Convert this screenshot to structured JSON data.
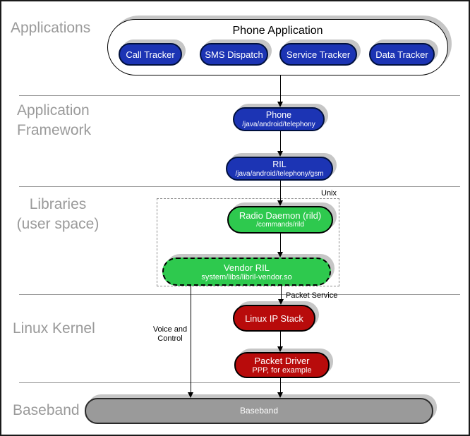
{
  "diagram": {
    "layer_labels": {
      "applications": "Applications",
      "framework_line1": "Application",
      "framework_line2": "Framework",
      "libraries_line1": "Libraries",
      "libraries_line2": "(user space)",
      "kernel": "Linux Kernel",
      "baseband": "Baseband"
    },
    "phone_application": {
      "title": "Phone Application",
      "apps": [
        {
          "label": "Call Tracker"
        },
        {
          "label": "SMS Dispatch"
        },
        {
          "label": "Service Tracker"
        },
        {
          "label": "Data Tracker"
        }
      ]
    },
    "nodes": {
      "phone": {
        "title": "Phone",
        "subtitle": "/java/android/telephony"
      },
      "ril": {
        "title": "RIL",
        "subtitle": "/java/android/telephony/gsm"
      },
      "radio_daemon": {
        "title": "Radio Daemon (rild)",
        "subtitle": "/commands/rild"
      },
      "vendor_ril": {
        "title": "Vendor RIL",
        "subtitle": "system/libs/libril-vendor.so"
      },
      "linux_ip_stack": {
        "title": "Linux IP Stack"
      },
      "packet_driver": {
        "title": "Packet Driver",
        "subtitle": "PPP, for example"
      },
      "baseband_bar": {
        "title": "Baseband"
      }
    },
    "annotations": {
      "unix": "Unix",
      "packet_service": "Packet Service",
      "voice_control_line1": "Voice and",
      "voice_control_line2": "Control"
    },
    "colors": {
      "app_blue": "#1c34b4",
      "library_green": "#2ec94e",
      "kernel_red": "#b80b0b",
      "baseband_gray": "#9a9a9a",
      "layer_label_gray": "#9a9a9a",
      "shadow_gray": "#c6c6c6"
    }
  }
}
